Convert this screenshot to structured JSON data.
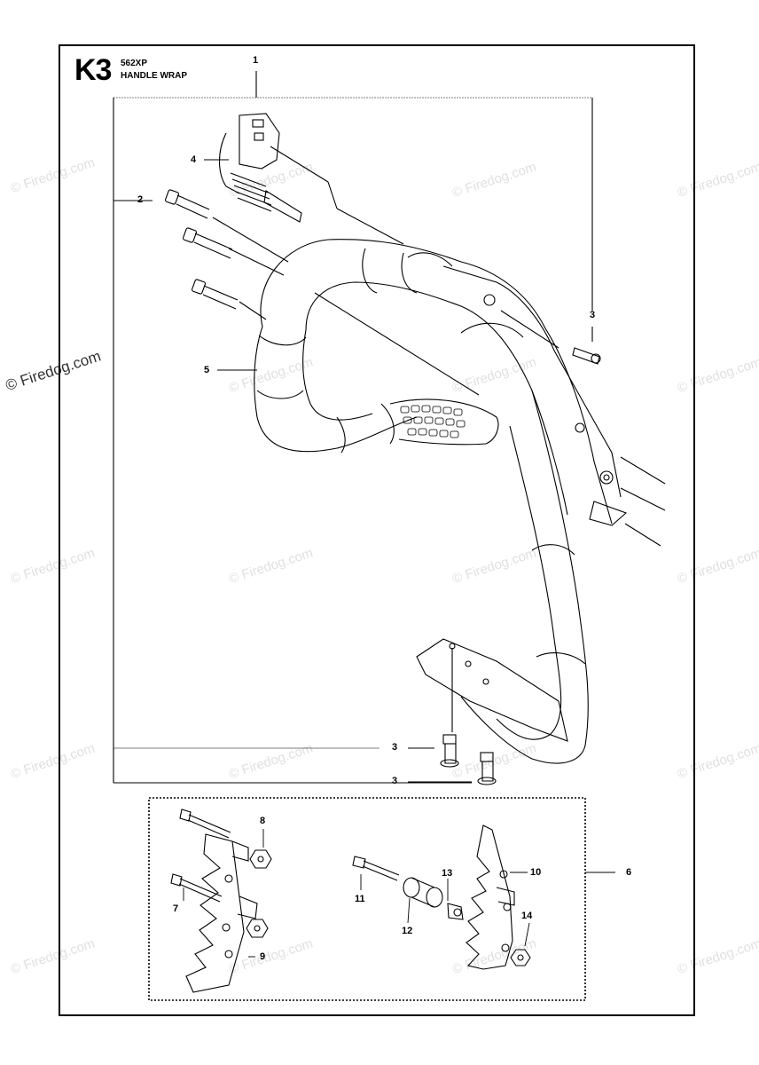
{
  "header": {
    "section_code": "K3",
    "model": "562XP",
    "title": "HANDLE WRAP"
  },
  "watermark": {
    "text": "© Firedog.com"
  },
  "callouts": [
    "1",
    "2",
    "3",
    "3",
    "3",
    "4",
    "5",
    "6",
    "7",
    "8",
    "9",
    "10",
    "11",
    "12",
    "13",
    "14"
  ],
  "colors": {
    "line": "#000000",
    "watermark": "#e0e0e0"
  }
}
